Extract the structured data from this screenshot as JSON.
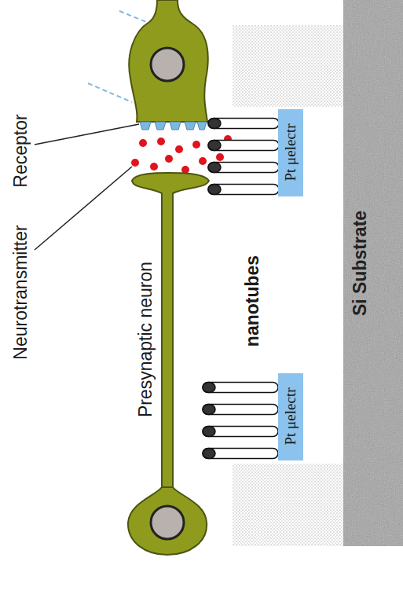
{
  "diagram": {
    "nodes": [
      {
        "text": [
          "Pt μelectr"
        ]
      },
      {
        "text": [
          "Pt μelectr"
        ]
      },
      {
        "text": [
          "Si Substrate"
        ]
      }
    ],
    "labels": [
      "Receptor",
      "Neurotransmitter",
      "Presynaptic neuron",
      "nanotubes"
    ]
  }
}
